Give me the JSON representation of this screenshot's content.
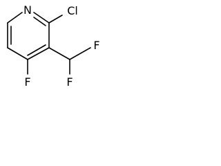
{
  "structure": {
    "atoms": {
      "nitrogen": "N",
      "chlorine": "Cl",
      "fluorine_ring": "F",
      "fluorine_upper": "F",
      "fluorine_lower": "F"
    }
  },
  "colors": {
    "bond": "#000000",
    "label": "#000000",
    "background": "#ffffff"
  }
}
